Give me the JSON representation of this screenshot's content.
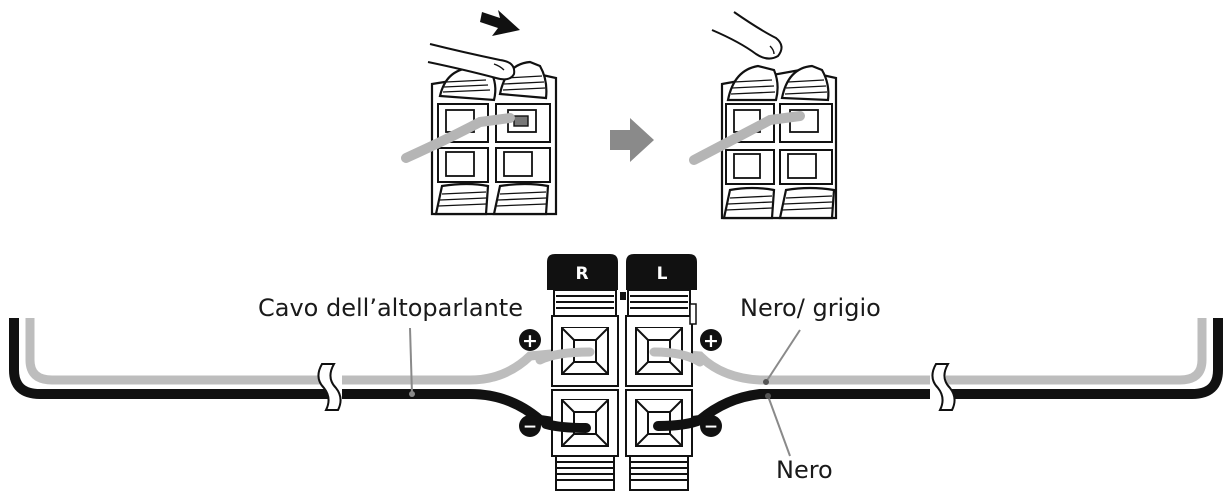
{
  "labels": {
    "speaker_cable": "Cavo dell’altoparlante",
    "black_grey": "Nero/ grigio",
    "black": "Nero"
  },
  "terminal_tabs": {
    "right": "R",
    "left": "L"
  },
  "polarity": {
    "positive": "+",
    "negative": "−"
  },
  "colors": {
    "black_wire": "#111111",
    "grey_wire": "#bdbdbd",
    "arrow": "#8a8a8a",
    "ink": "#1a1a1a"
  },
  "icons": {
    "step_arrow": "right-arrow-icon",
    "press_arrow": "press-arrow-icon",
    "cable_break": "cable-break-icon"
  }
}
